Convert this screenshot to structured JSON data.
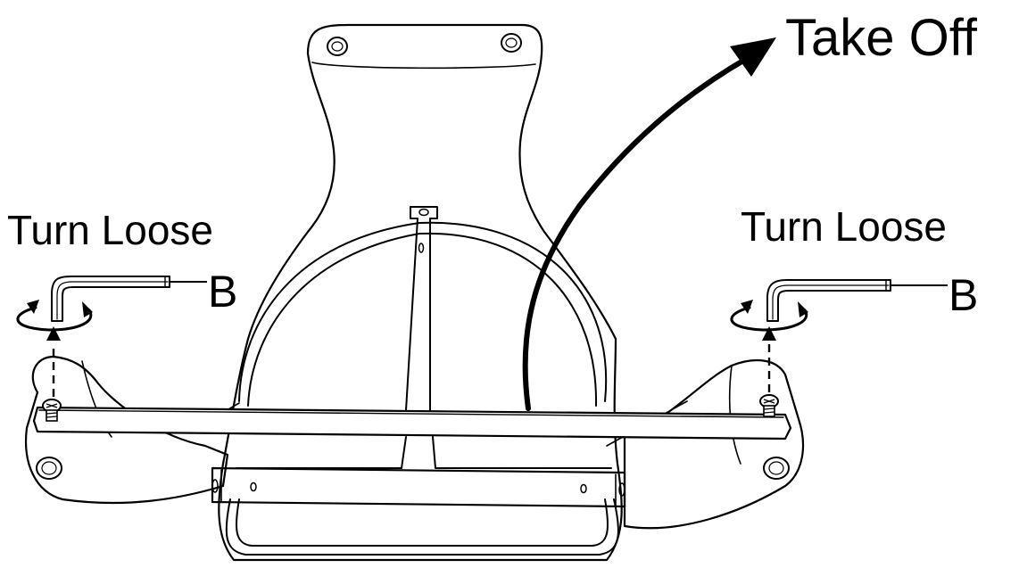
{
  "labels": {
    "take_off": "Take Off",
    "turn_loose_left": "Turn Loose",
    "turn_loose_right": "Turn Loose",
    "tool_left": "B",
    "tool_right": "B"
  },
  "colors": {
    "ink": "#000000",
    "background": "#ffffff"
  }
}
